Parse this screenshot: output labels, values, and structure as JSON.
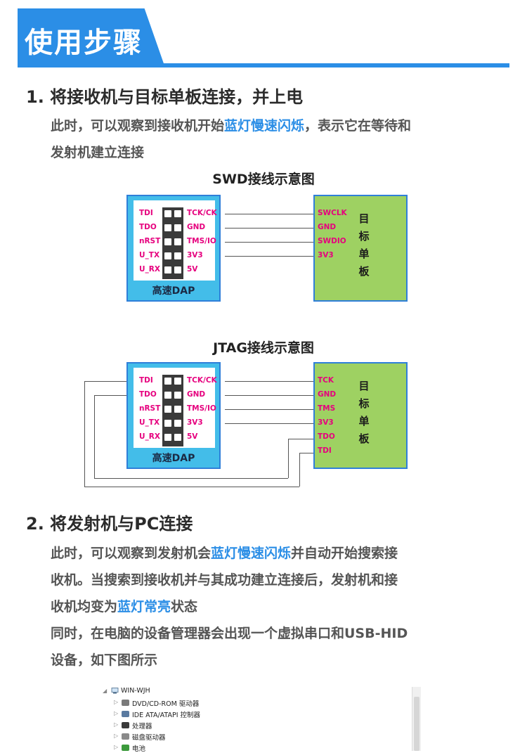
{
  "banner": {
    "title": "使用步骤"
  },
  "step1": {
    "heading": "1. 将接收机与目标单板连接，并上电",
    "line1_pre": "此时，可以观察到接收机开始",
    "line1_hl": "蓝灯慢速闪烁",
    "line1_post": "，表示它在等待和",
    "line2": "发射机建立连接"
  },
  "swd": {
    "title": "SWD接线示意图",
    "dap_label": "高速DAP",
    "left_pins": [
      "TDI",
      "TDO",
      "nRST",
      "U_TX",
      "U_RX"
    ],
    "right_pins": [
      "TCK/CK",
      "GND",
      "TMS/IO",
      "3V3",
      "5V"
    ],
    "board_pins": [
      "SWCLK",
      "GND",
      "SWDIO",
      "3V3"
    ],
    "board_name": [
      "目",
      "标",
      "单",
      "板"
    ]
  },
  "jtag": {
    "title": "JTAG接线示意图",
    "dap_label": "高速DAP",
    "left_pins": [
      "TDI",
      "TDO",
      "nRST",
      "U_TX",
      "U_RX"
    ],
    "right_pins": [
      "TCK/CK",
      "GND",
      "TMS/IO",
      "3V3",
      "5V"
    ],
    "board_pins": [
      "TCK",
      "GND",
      "TMS",
      "3V3",
      "TDO",
      "TDI"
    ],
    "board_name": [
      "目",
      "标",
      "单",
      "板"
    ]
  },
  "step2": {
    "heading": "2. 将发射机与PC连接",
    "l1_pre": "此时，可以观察到发射机会",
    "l1_hl": "蓝灯慢速闪烁",
    "l1_post": "并自动开始搜索接",
    "l2": "收机。当搜索到接收机并与其成功建立连接后，发射机和接",
    "l3_pre": "收机均变为",
    "l3_hl": "蓝灯常亮",
    "l3_post": "状态",
    "l4": "同时，在电脑的设备管理器会出现一个虚拟串口和USB-HID",
    "l5": "设备，如下图所示"
  },
  "devmgr": {
    "root": "WIN-WJH",
    "items": [
      "DVD/CD-ROM 驱动器",
      "IDE ATA/ATAPI 控制器",
      "处理器",
      "磁盘驱动器",
      "电池"
    ]
  },
  "colors": {
    "accent": "#2b8ee6",
    "pin": "#e6007e",
    "board": "#9ed162",
    "dap": "#43bde9"
  }
}
